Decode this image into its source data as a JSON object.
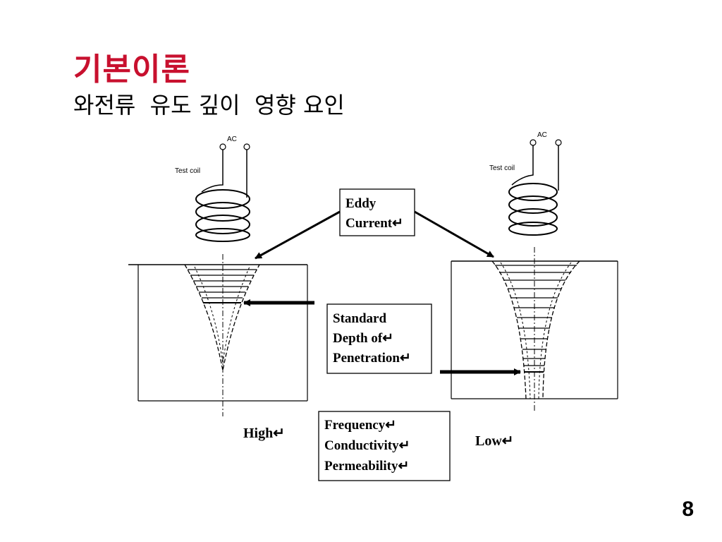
{
  "header": {
    "title": "기본이론",
    "subtitle": "와전류  유도 깊이  영향 요인"
  },
  "diagram": {
    "left_coil": {
      "ac_label": "AC",
      "coil_label": "Test coil"
    },
    "right_coil": {
      "ac_label": "AC",
      "coil_label": "Test coil"
    },
    "eddy_box": {
      "line1": "Eddy",
      "line2": "Current↵"
    },
    "sdp_box": {
      "line1": "Standard",
      "line2": "Depth of↵",
      "line3": "Penetration↵"
    },
    "factors_box": {
      "line1": "Frequency↵",
      "line2": "Conductivity↵",
      "line3": "Permeability↵"
    },
    "high_label": "High↵",
    "low_label": "Low↵"
  },
  "footer": {
    "page_number": "8"
  },
  "colors": {
    "title": "#c8102e",
    "text": "#000000",
    "background": "#ffffff"
  }
}
